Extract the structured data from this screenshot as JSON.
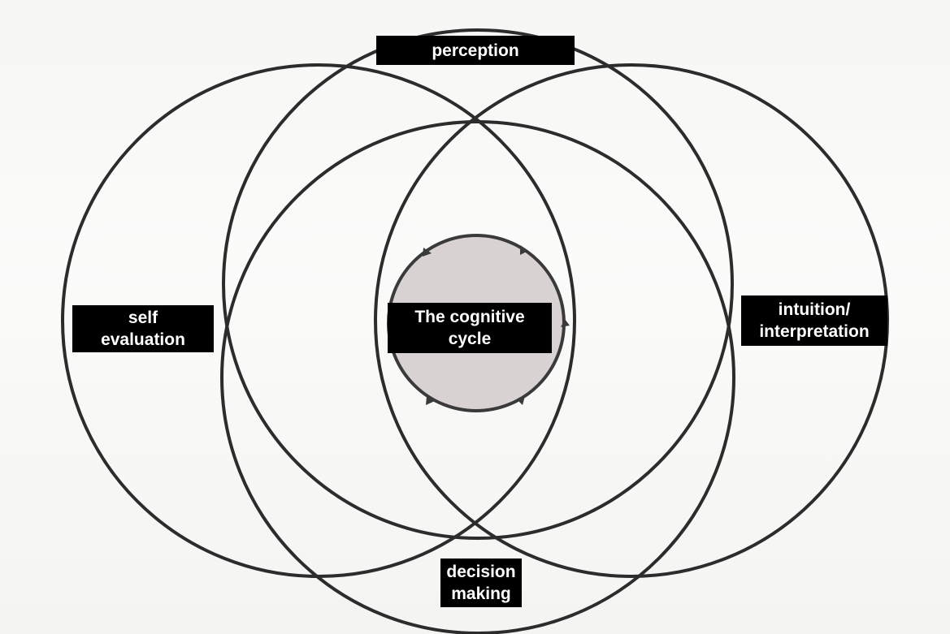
{
  "diagram": {
    "labels": {
      "perception": "perception",
      "self_evaluation": [
        "self",
        "evaluation"
      ],
      "intuition_interpretation": [
        "intuition/",
        "interpretation"
      ],
      "center": [
        "The cognitive",
        "cycle"
      ],
      "decision_making": [
        "decision",
        "making"
      ]
    },
    "colors": {
      "ring_stroke": "#2c2c2c",
      "label_background": "#000000",
      "label_text": "#ffffff",
      "center_fill": "#d9d2d2"
    }
  }
}
